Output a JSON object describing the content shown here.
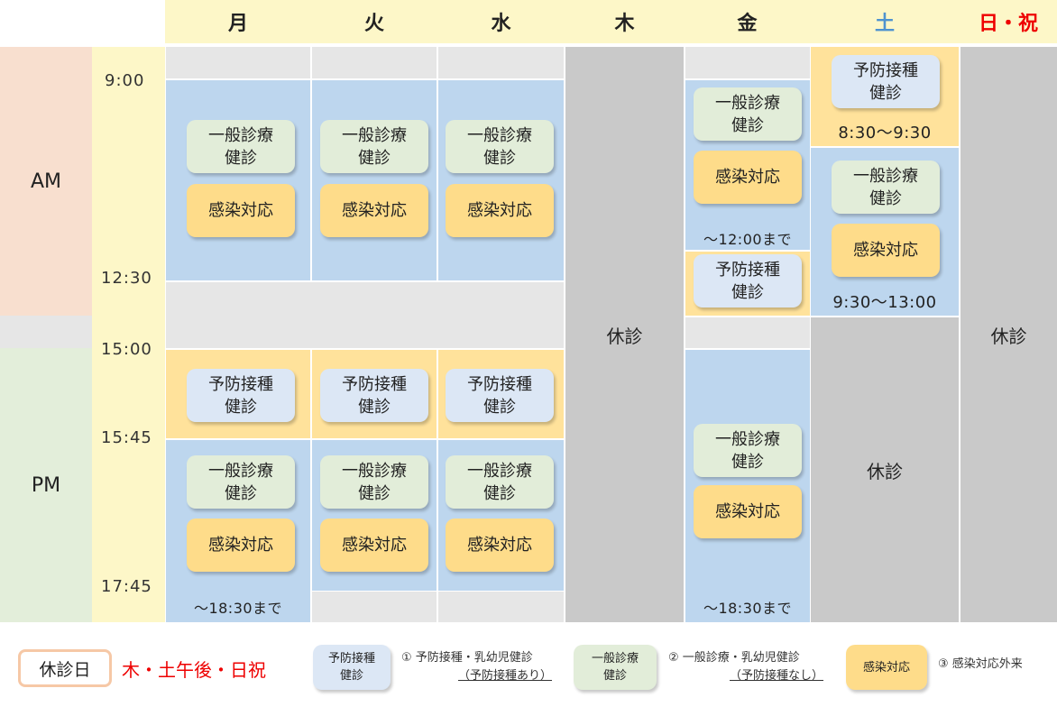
{
  "days": {
    "mon": "月",
    "tue": "火",
    "wed": "水",
    "thu": "木",
    "fri": "金",
    "sat": "土",
    "sun": "日・祝"
  },
  "periods": {
    "am": "AM",
    "pm": "PM"
  },
  "times": {
    "t0900": "9:00",
    "t1230": "12:30",
    "t1500": "15:00",
    "t1545": "15:45",
    "t1745": "17:45"
  },
  "labels": {
    "general": "一般診療\n健診",
    "infection": "感染対応",
    "vaccine": "予防接種\n健診",
    "closed": "休診"
  },
  "notes": {
    "mon_pm_until": "〜18:30まで",
    "fri_am_until": "〜12:00まで",
    "fri_pm_until": "〜18:30まで",
    "sat_vaccine_time": "8:30〜9:30",
    "sat_general_time": "9:30〜13:00"
  },
  "legend": {
    "holiday_title": "休診日",
    "holiday_days": "木・土午後・日祝",
    "vaccine_badge": "予防接種\n健診",
    "vaccine_desc_1": "① 予防接種・乳幼児健診",
    "vaccine_desc_2": "（予防接種あり）",
    "general_badge": "一般診療\n健診",
    "general_desc_1": "② 一般診療・乳幼児健診",
    "general_desc_2": "（予防接種なし）",
    "infection_badge": "感染対応",
    "infection_desc": "③ 感染対応外来"
  },
  "colors": {
    "header_bg": "#fdf7c8",
    "am_band": "#f8dfcf",
    "pm_band": "#e3eeda",
    "general_block": "#bdd6ee",
    "vaccine_block": "#ffe29b",
    "closed_block": "#c9c9c9",
    "saturday_text": "#4f93cf",
    "sunday_text": "#ee0000"
  }
}
